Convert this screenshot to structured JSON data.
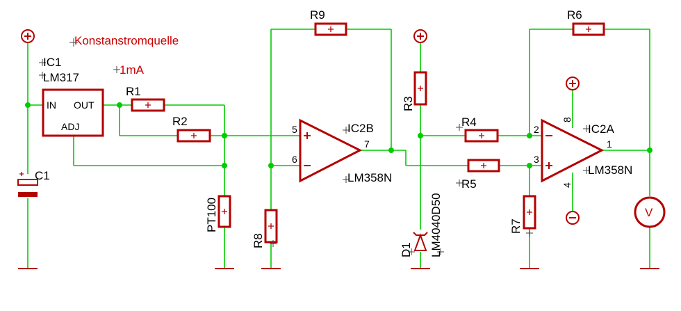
{
  "labels": {
    "title": "Konstanstromquelle",
    "current": "1mA",
    "ic1": "IC1",
    "lm317": "LM317",
    "pin_in": "IN",
    "pin_out": "OUT",
    "pin_adj": "ADJ",
    "r1": "R1",
    "r2": "R2",
    "r3": "R3",
    "r4": "R4",
    "r5": "R5",
    "r6": "R6",
    "r7": "R7",
    "r8": "R8",
    "r9": "R9",
    "c1": "C1",
    "pt100": "PT100",
    "d1": "D1",
    "lm4040": "LM4040D50",
    "ic2b": "IC2B",
    "ic2a": "IC2A",
    "lm358_b": "LM358N",
    "lm358_a": "LM358N",
    "pin1": "1",
    "pin2": "2",
    "pin3": "3",
    "pin4": "4",
    "pin5": "5",
    "pin6": "6",
    "pin7": "7",
    "pin8": "8",
    "voltmeter": "V"
  },
  "colors": {
    "wire": "#00cc00",
    "component": "#b40000",
    "annotation": "#cc0000",
    "text": "#000000",
    "background": "#ffffff"
  }
}
